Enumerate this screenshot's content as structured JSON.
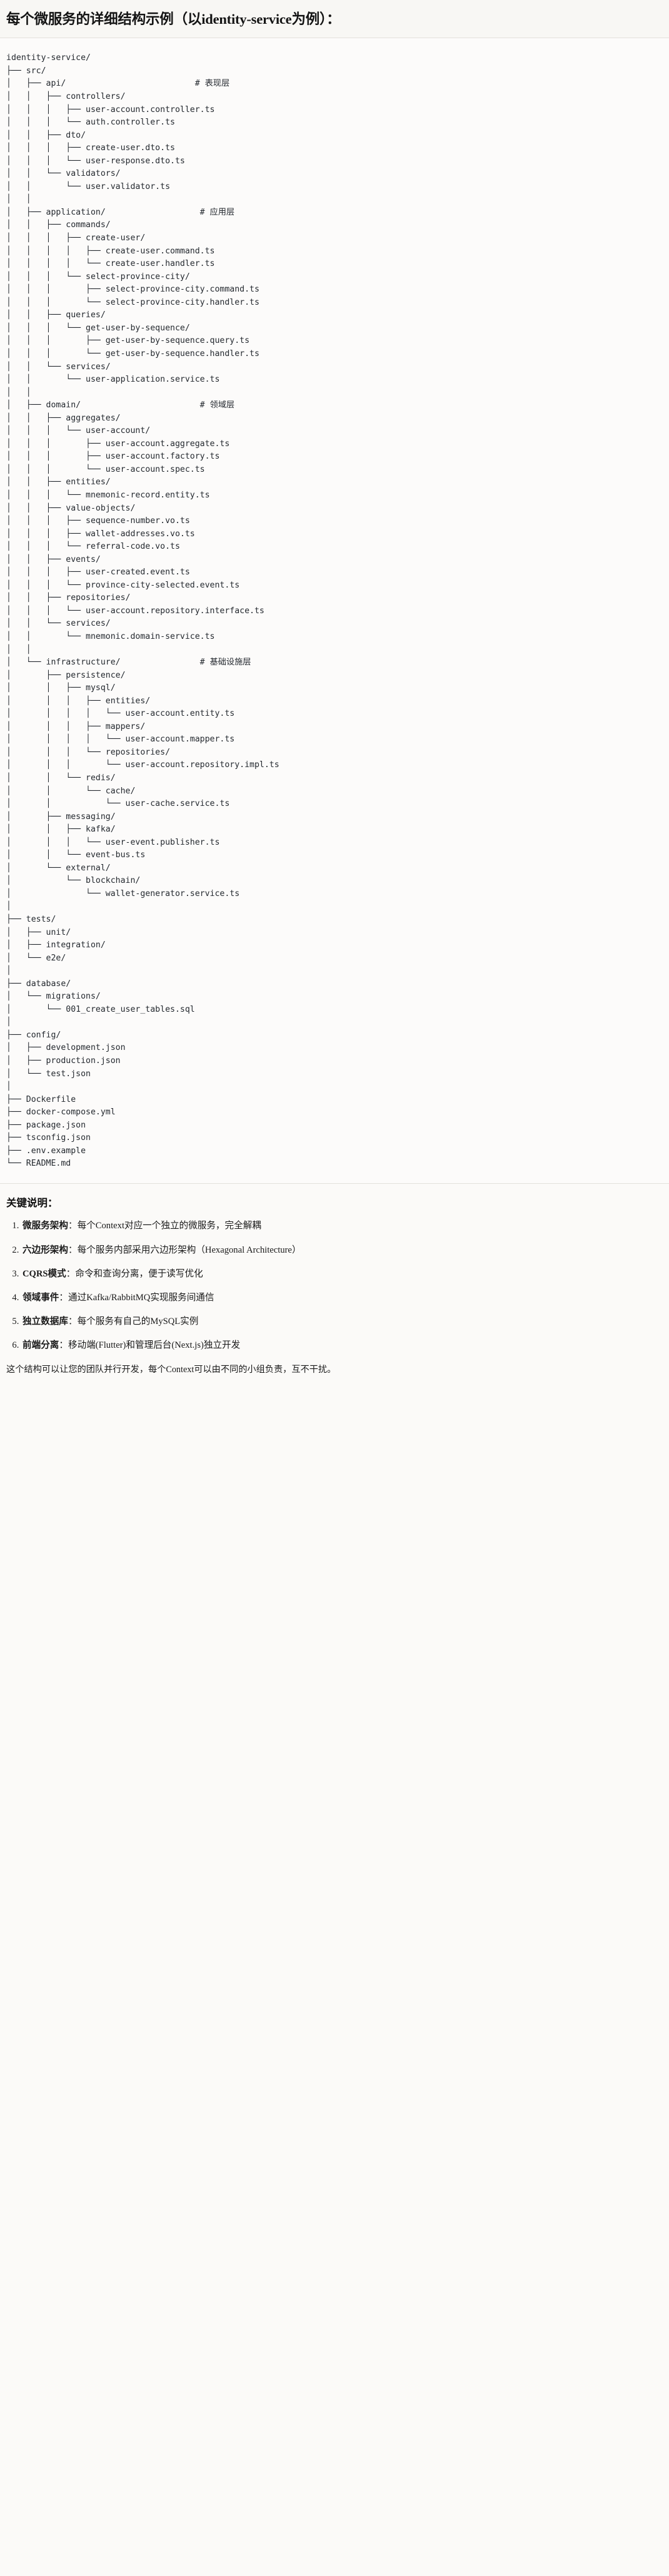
{
  "header": {
    "title": "每个微服务的详细结构示例（以identity-service为例）："
  },
  "tree": {
    "root": "identity-service/",
    "text": "identity-service/\n├── src/\n│   ├── api/                          # 表现层\n│   │   ├── controllers/\n│   │   │   ├── user-account.controller.ts\n│   │   │   └── auth.controller.ts\n│   │   ├── dto/\n│   │   │   ├── create-user.dto.ts\n│   │   │   └── user-response.dto.ts\n│   │   └── validators/\n│   │       └── user.validator.ts\n│   │\n│   ├── application/                   # 应用层\n│   │   ├── commands/\n│   │   │   ├── create-user/\n│   │   │   │   ├── create-user.command.ts\n│   │   │   │   └── create-user.handler.ts\n│   │   │   └── select-province-city/\n│   │   │       ├── select-province-city.command.ts\n│   │   │       └── select-province-city.handler.ts\n│   │   ├── queries/\n│   │   │   └── get-user-by-sequence/\n│   │   │       ├── get-user-by-sequence.query.ts\n│   │   │       └── get-user-by-sequence.handler.ts\n│   │   └── services/\n│   │       └── user-application.service.ts\n│   │\n│   ├── domain/                        # 领域层\n│   │   ├── aggregates/\n│   │   │   └── user-account/\n│   │   │       ├── user-account.aggregate.ts\n│   │   │       ├── user-account.factory.ts\n│   │   │       └── user-account.spec.ts\n│   │   ├── entities/\n│   │   │   └── mnemonic-record.entity.ts\n│   │   ├── value-objects/\n│   │   │   ├── sequence-number.vo.ts\n│   │   │   ├── wallet-addresses.vo.ts\n│   │   │   └── referral-code.vo.ts\n│   │   ├── events/\n│   │   │   ├── user-created.event.ts\n│   │   │   └── province-city-selected.event.ts\n│   │   ├── repositories/\n│   │   │   └── user-account.repository.interface.ts\n│   │   └── services/\n│   │       └── mnemonic.domain-service.ts\n│   │\n│   └── infrastructure/                # 基础设施层\n│       ├── persistence/\n│       │   ├── mysql/\n│       │   │   ├── entities/\n│       │   │   │   └── user-account.entity.ts\n│       │   │   ├── mappers/\n│       │   │   │   └── user-account.mapper.ts\n│       │   │   └── repositories/\n│       │   │       └── user-account.repository.impl.ts\n│       │   └── redis/\n│       │       └── cache/\n│       │           └── user-cache.service.ts\n│       ├── messaging/\n│       │   ├── kafka/\n│       │   │   └── user-event.publisher.ts\n│       │   └── event-bus.ts\n│       └── external/\n│           └── blockchain/\n│               └── wallet-generator.service.ts\n│\n├── tests/\n│   ├── unit/\n│   ├── integration/\n│   └── e2e/\n│\n├── database/\n│   └── migrations/\n│       └── 001_create_user_tables.sql\n│\n├── config/\n│   ├── development.json\n│   ├── production.json\n│   └── test.json\n│\n├── Dockerfile\n├── docker-compose.yml\n├── package.json\n├── tsconfig.json\n├── .env.example\n└── README.md",
    "comments": [
      "# 表现层",
      "# 应用层",
      "# 领域层",
      "# 基础设施层"
    ]
  },
  "keys": {
    "title": "关键说明：",
    "items": [
      {
        "term": "微服务架构",
        "sep": "：",
        "desc": "每个Context对应一个独立的微服务，完全解耦"
      },
      {
        "term": "六边形架构",
        "sep": "：",
        "desc": "每个服务内部采用六边形架构（Hexagonal Architecture）"
      },
      {
        "term": "CQRS模式",
        "sep": "：",
        "desc": "命令和查询分离，便于读写优化"
      },
      {
        "term": "领域事件",
        "sep": "：",
        "desc": "通过Kafka/RabbitMQ实现服务间通信"
      },
      {
        "term": "独立数据库",
        "sep": "：",
        "desc": "每个服务有自己的MySQL实例"
      },
      {
        "term": "前端分离",
        "sep": "：",
        "desc": "移动端(Flutter)和管理后台(Next.js)独立开发"
      }
    ],
    "closing": "这个结构可以让您的团队并行开发，每个Context可以由不同的小组负责，互不干扰。"
  }
}
